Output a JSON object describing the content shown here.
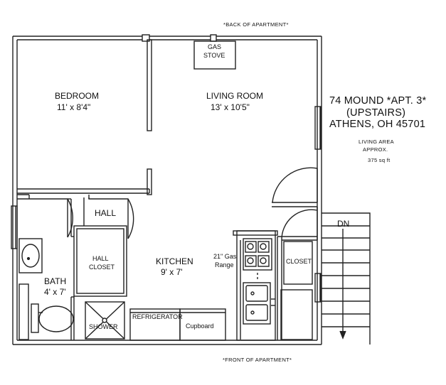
{
  "header": {
    "back_label": "*BACK OF APARTMENT*"
  },
  "footer": {
    "front_label": "*FRONT OF APARTMENT*"
  },
  "address": {
    "line1": "74 MOUND *APT. 3*",
    "line2": "(UPSTAIRS)",
    "line3": "ATHENS, OH  45701"
  },
  "living_area": {
    "line1": "LIVING AREA",
    "line2": "APPROX.",
    "value": "375 sq ft"
  },
  "rooms": {
    "bedroom": {
      "name": "BEDROOM",
      "size": "11' x 8'4\""
    },
    "living_room": {
      "name": "LIVING ROOM",
      "size": "13' x 10'5\""
    },
    "kitchen": {
      "name": "KITCHEN",
      "size": "9' x 7'"
    },
    "bath": {
      "name": "BATH",
      "size": "4' x 7'"
    },
    "hall": {
      "name": "HALL"
    },
    "hall_closet": {
      "line1": "HALL",
      "line2": "CLOSET"
    },
    "closet": {
      "name": "CLOSET"
    }
  },
  "fixtures": {
    "gas_stove": {
      "line1": "GAS",
      "line2": "STOVE"
    },
    "gas_range": {
      "line1": "21\" Gas",
      "line2": "Range"
    },
    "refrigerator": "REFRIGERATOR",
    "cupboard": "Cupboard",
    "shower": "SHOWER"
  },
  "stairs": {
    "label": "DN"
  }
}
